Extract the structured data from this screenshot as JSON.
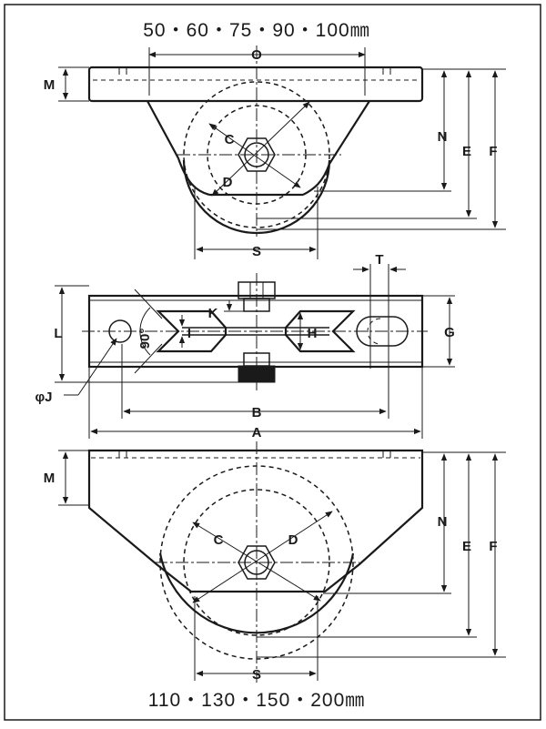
{
  "sizes": {
    "top": "50・60・75・90・100㎜",
    "bottom": "110・130・150・200㎜"
  },
  "labels": {
    "O": "O",
    "M": "M",
    "N": "N",
    "E": "E",
    "F": "F",
    "C": "C",
    "D": "D",
    "S": "S",
    "T": "T",
    "K": "K",
    "L": "L",
    "G": "G",
    "H": "H",
    "I": "I",
    "angle": "90°",
    "phiJ": "φJ",
    "B": "B",
    "A": "A"
  }
}
